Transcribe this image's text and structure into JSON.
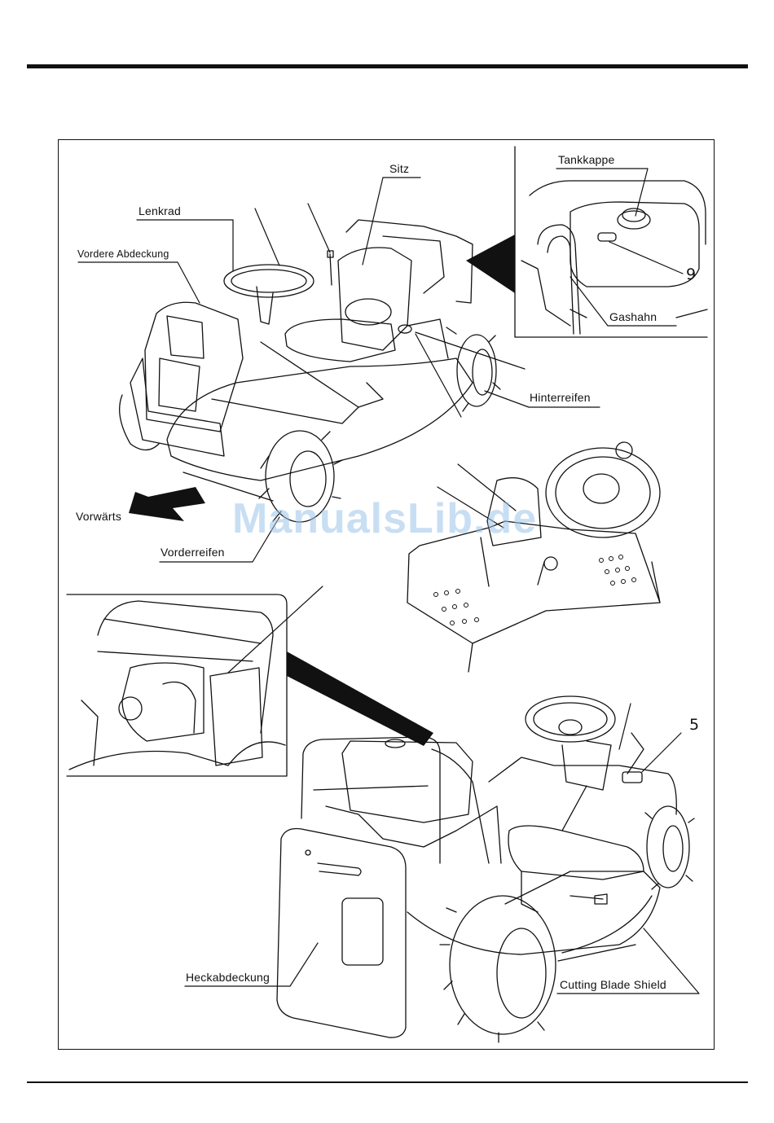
{
  "labels": {
    "sitz": "Sitz",
    "tankkappe": "Tankkappe",
    "lenkrad": "Lenkrad",
    "vordere_abdeckung": "Vordere Abdeckung",
    "gashahn": "Gashahn",
    "hinterreifen": "Hinterreifen",
    "vorwaerts": "Vorwärts",
    "vorderreifen": "Vorderreifen",
    "heckabdeckung": "Heckabdeckung",
    "cutting_blade_shield": "Cutting Blade Shield"
  },
  "callouts": {
    "nine": "9",
    "five": "5"
  },
  "watermark": "ManualsLib.de"
}
